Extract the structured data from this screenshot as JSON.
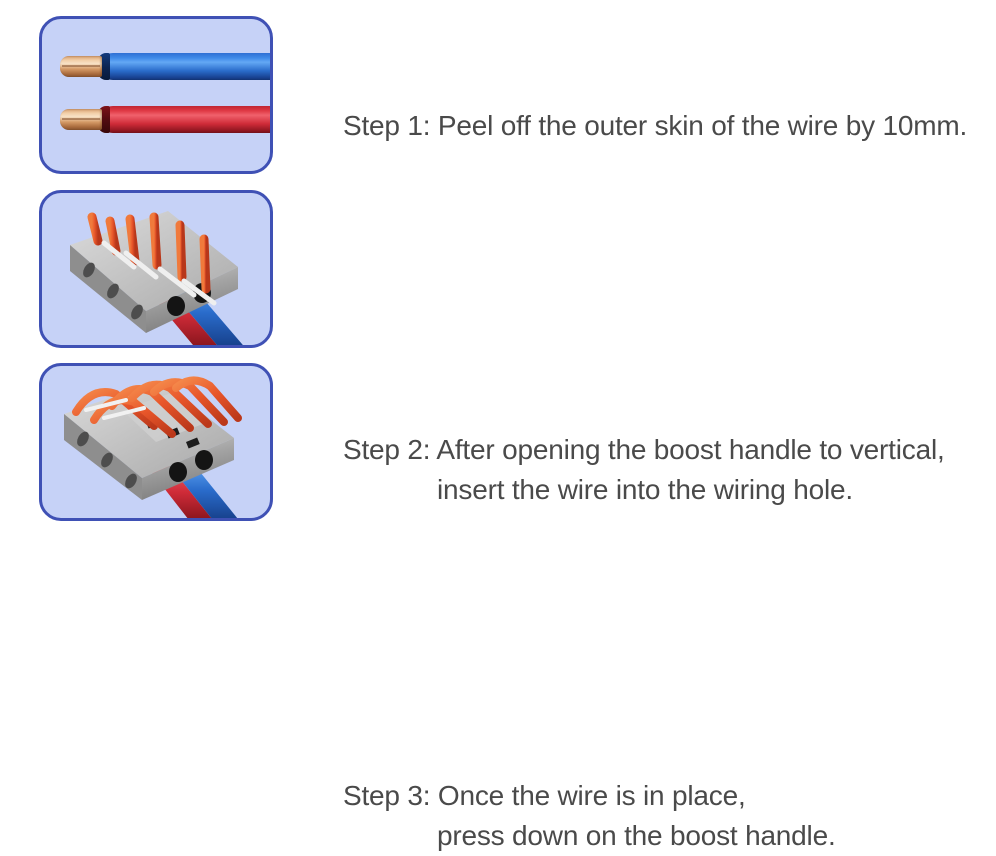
{
  "page": {
    "background": "#ffffff",
    "text_color": "#4a4a4a",
    "panel_border_color": "#3f51b5",
    "panel_fill_color": "#c6d2f7"
  },
  "steps": [
    {
      "id": "step-1",
      "line1": "Step 1: Peel off the outer skin of the wire by 10mm.",
      "line2": "",
      "illustration": {
        "name": "stripped-wires-illustration",
        "description": "Blue and red insulated wires with 10mm of copper conductor exposed",
        "parts": [
          {
            "name": "blue-wire",
            "color": "#2a6ccb"
          },
          {
            "name": "red-wire",
            "color": "#cf2b38"
          },
          {
            "name": "copper-conductor",
            "color": "#d59a66"
          }
        ]
      }
    },
    {
      "id": "step-2",
      "line1": "Step 2: After opening the boost handle to vertical,",
      "line2": "insert the wire into the wiring hole.",
      "illustration": {
        "name": "connector-levers-open-illustration",
        "description": "Grey lever wire connector with orange boost handles raised vertical, blue and red wires inserted",
        "parts": [
          {
            "name": "connector-body",
            "color": "#9a9a9a"
          },
          {
            "name": "orange-lever",
            "color": "#e8562a"
          },
          {
            "name": "blue-wire",
            "color": "#2a6ccb"
          },
          {
            "name": "red-wire",
            "color": "#cf2b38"
          }
        ]
      }
    },
    {
      "id": "step-3",
      "line1": "Step 3: Once the wire is in place,",
      "line2": "press down on the boost handle.",
      "illustration": {
        "name": "connector-levers-closed-illustration",
        "description": "Grey lever wire connector with orange boost handles pressed down flat, blue and red wires clamped",
        "parts": [
          {
            "name": "connector-body",
            "color": "#9a9a9a"
          },
          {
            "name": "orange-lever",
            "color": "#e8562a"
          },
          {
            "name": "blue-wire",
            "color": "#2a6ccb"
          },
          {
            "name": "red-wire",
            "color": "#cf2b38"
          }
        ]
      }
    }
  ]
}
